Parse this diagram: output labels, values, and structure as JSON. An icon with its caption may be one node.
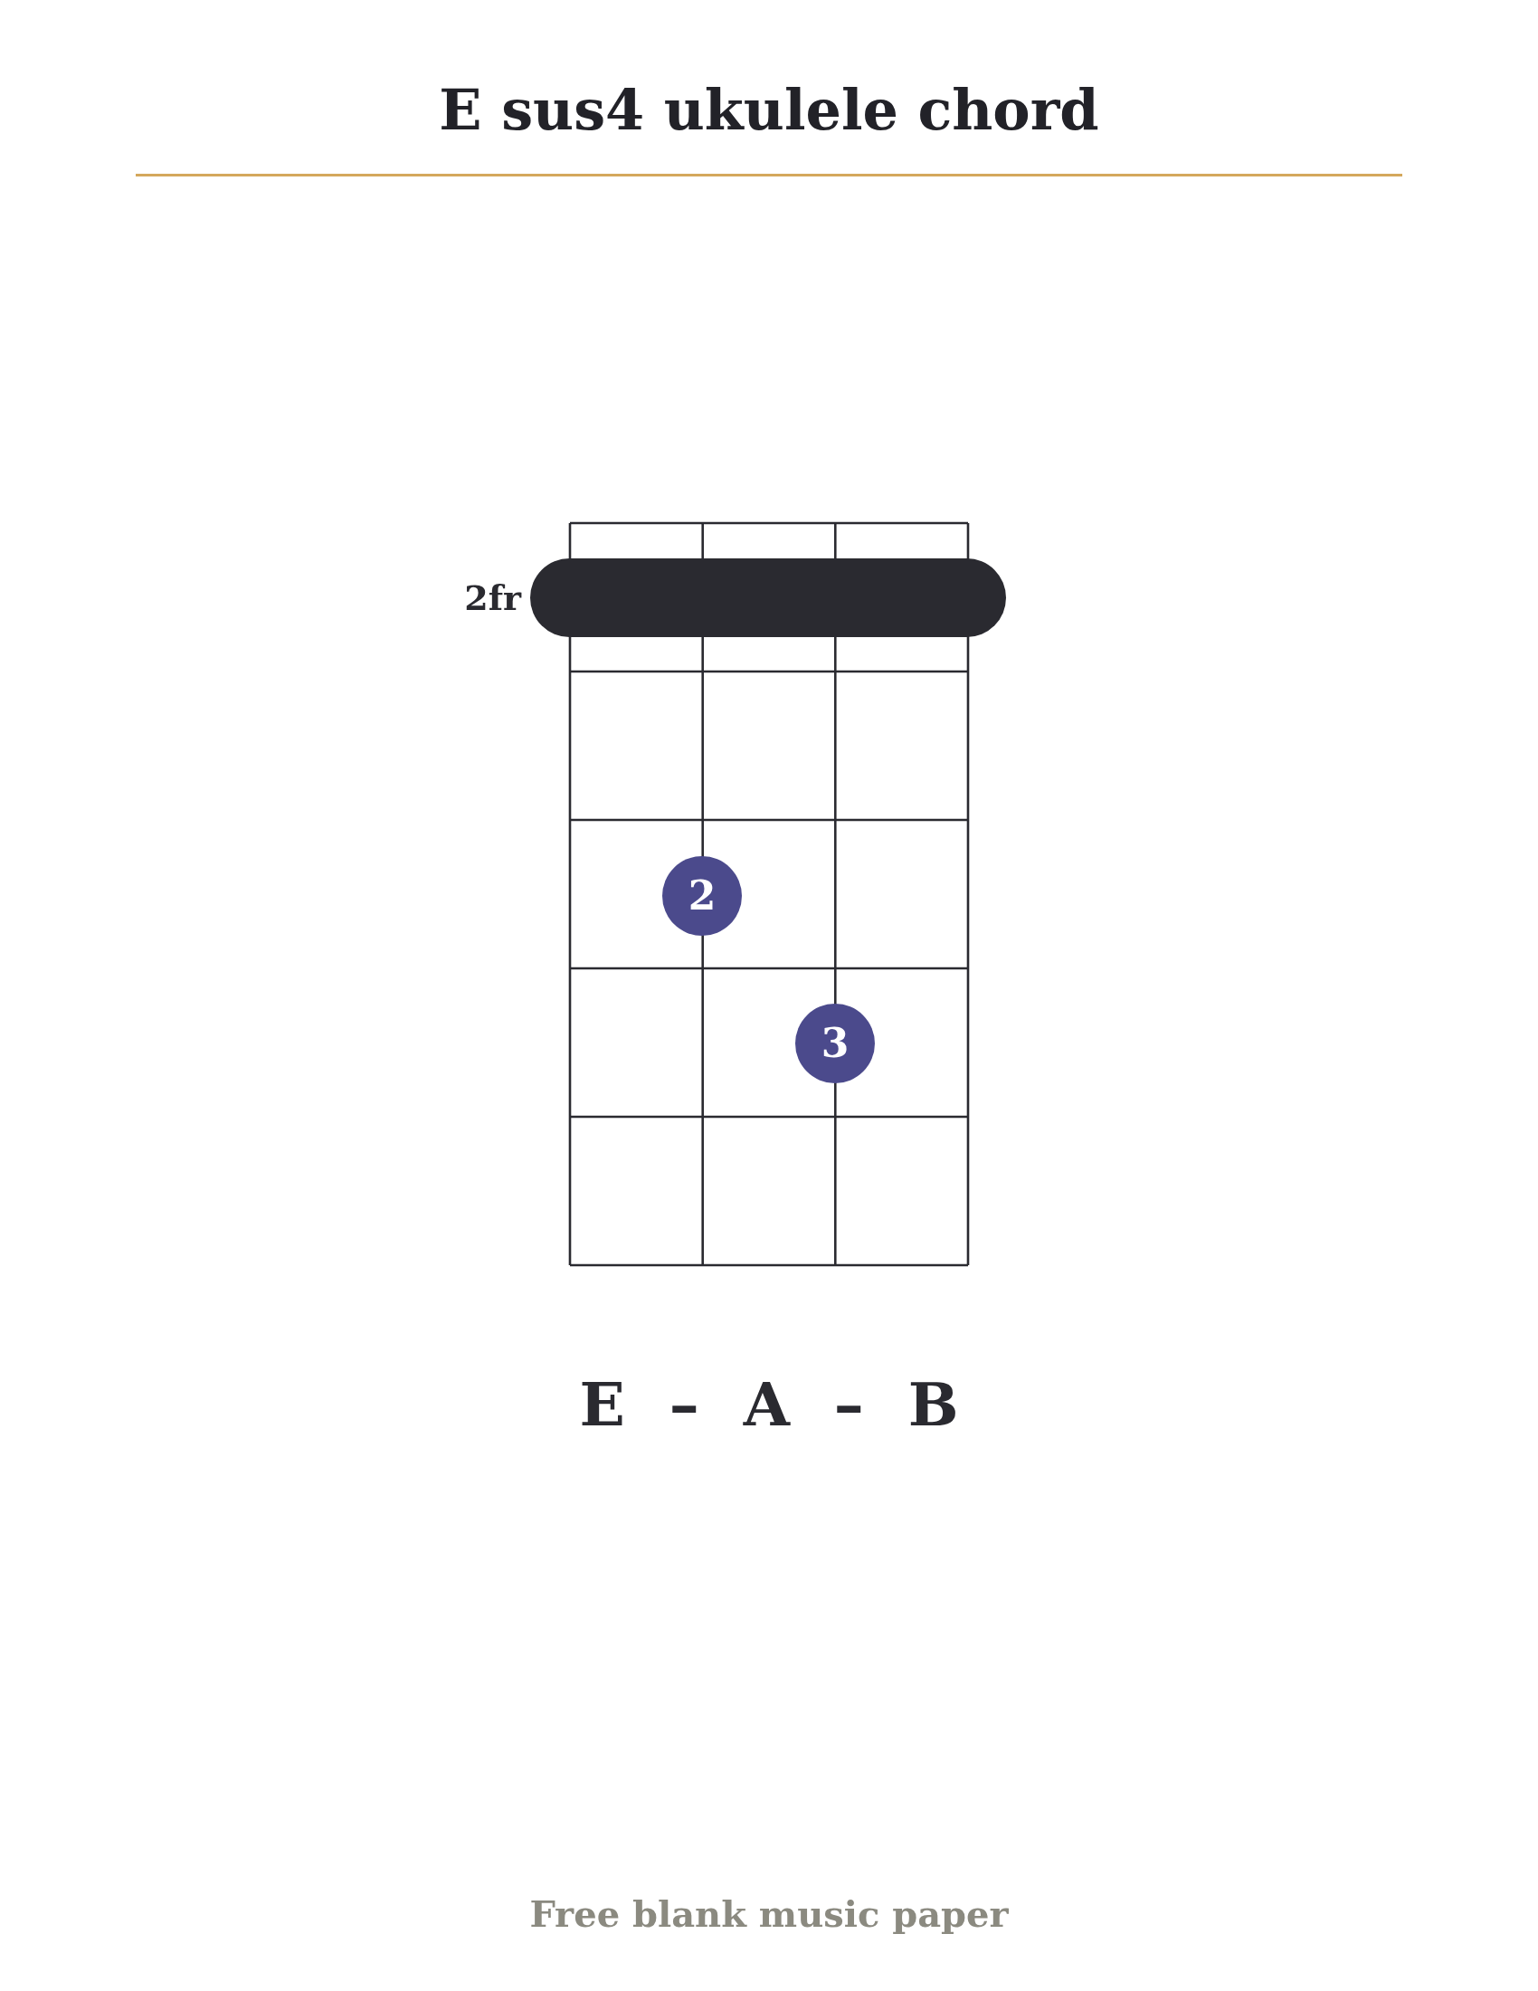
{
  "diagram": {
    "title": "E sus4 ukulele chord",
    "nodes": [
      {
        "text": [],
        "shape": "bar",
        "beside": [
          "2fr"
        ]
      },
      {
        "text": [
          "2"
        ]
      },
      {
        "text": [
          "3"
        ]
      }
    ],
    "labels": [
      "E – A – B",
      "Free blank music paper"
    ]
  }
}
